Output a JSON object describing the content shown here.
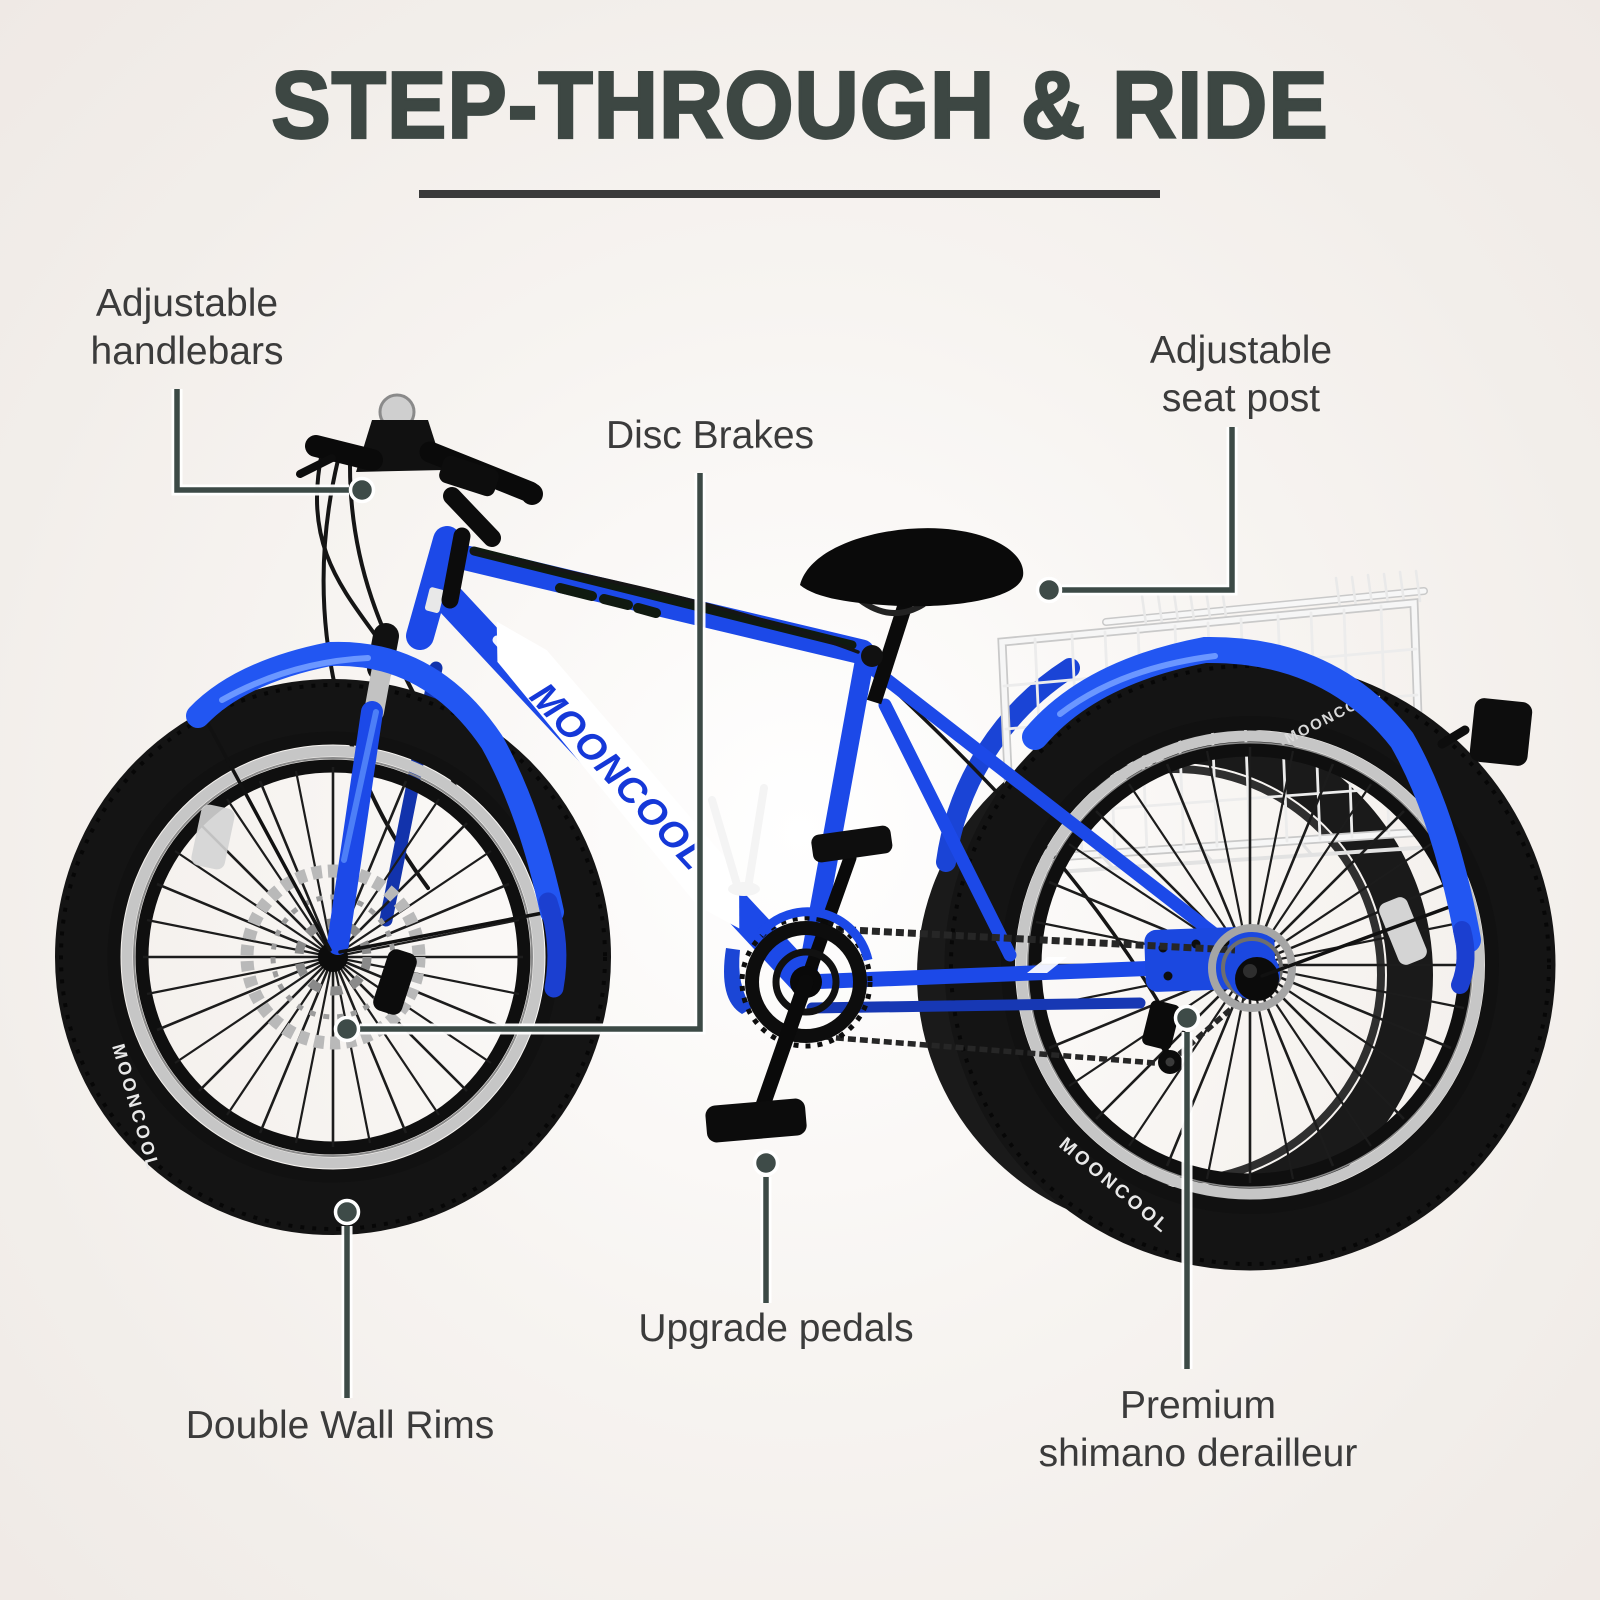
{
  "title": {
    "text": "STEP-THROUGH & RIDE"
  },
  "brand": "MOONCOOL",
  "features": {
    "handlebars": {
      "line1": "Adjustable",
      "line2": "handlebars"
    },
    "disc_brakes": {
      "line1": "Disc Brakes",
      "line2": ""
    },
    "seat_post": {
      "line1": "Adjustable",
      "line2": "seat post"
    },
    "rims": {
      "line1": "Double Wall Rims",
      "line2": ""
    },
    "pedals": {
      "line1": "Upgrade pedals",
      "line2": ""
    },
    "derailleur": {
      "line1": "Premium",
      "line2": "shimano derailleur"
    }
  },
  "colors": {
    "frame_blue": "#1C49E8",
    "fender_blue": "#2256F2",
    "dark_blue": "#1A44D6",
    "callout_line": "#3C4A46",
    "callout_dot": "#3E4B48",
    "title_text": "#3D4743",
    "label_text": "#3B3B3B",
    "underline": "#3A3A3A",
    "background": "#F2EEEA",
    "basket_white": "#F2F2F2",
    "tire_black": "#141414",
    "rim_silver": "#C6C6C6"
  }
}
